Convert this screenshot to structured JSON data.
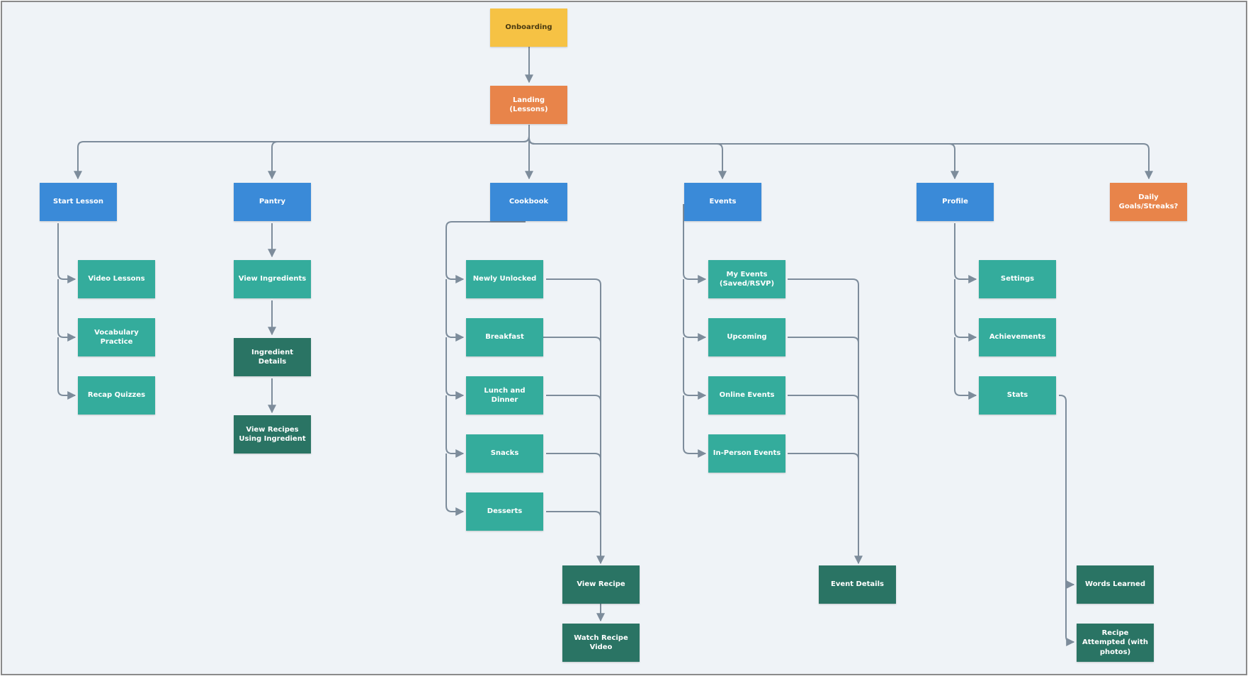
{
  "colors": {
    "yellow": "#f6c244",
    "orange": "#e8844a",
    "blue": "#3a8ad8",
    "teal": "#34ac9c",
    "dark_teal": "#2a7464",
    "connector": "#7d8c9b"
  },
  "nodes": {
    "onboarding": "Onboarding",
    "landing": "Landing (Lessons)",
    "start_lesson": "Start Lesson",
    "pantry": "Pantry",
    "cookbook": "Cookbook",
    "events": "Events",
    "profile": "Profile",
    "daily_goals": "Daily Goals/Streaks?",
    "video_lessons": "Video Lessons",
    "vocabulary_practice": "Vocabulary Practice",
    "recap_quizzes": "Recap Quizzes",
    "view_ingredients": "View Ingredients",
    "ingredient_details": "Ingredient Details",
    "view_recipes_using_ingredient": "View Recipes Using Ingredient",
    "newly_unlocked": "Newly Unlocked",
    "breakfast": "Breakfast",
    "lunch_and_dinner": "Lunch and Dinner",
    "snacks": "Snacks",
    "desserts": "Desserts",
    "view_recipe": "View Recipe",
    "watch_recipe_video": "Watch Recipe Video",
    "my_events": "My Events (Saved/RSVP)",
    "upcoming": "Upcoming",
    "online_events": "Online Events",
    "in_person_events": "In-Person Events",
    "event_details": "Event Details",
    "settings": "Settings",
    "achievements": "Achievements",
    "stats": "Stats",
    "words_learned": "Words Learned",
    "recipe_attempted": "Recipe Attempted (with photos)"
  }
}
